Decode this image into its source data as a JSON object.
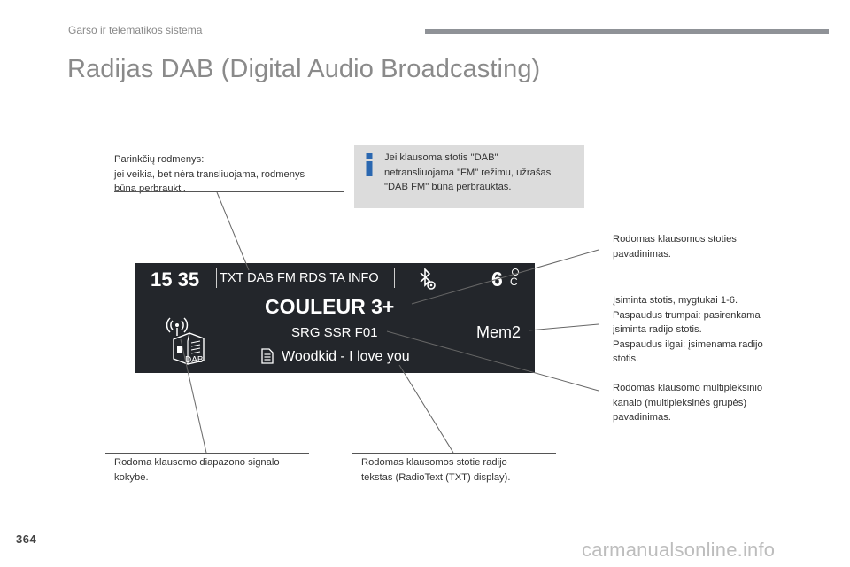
{
  "header": {
    "section": "Garso ir telematikos sistema"
  },
  "title": "Radijas DAB (Digital Audio Broadcasting)",
  "info_box": {
    "icon": "info-icon",
    "text": "Jei klausoma stotis \"DAB\"\nnetransliuojama \"FM\" režimu, užrašas\n\"DAB FM\" būna perbrauktas."
  },
  "annotations": {
    "options": "Parinkčių rodmenys:\njei veikia, bet nėra transliuojama, rodmenys\nbūna perbraukti.",
    "station_name": "Rodomas klausomos stoties\npavadinimas.",
    "memory": "Įsiminta stotis, mygtukai 1-6.\nPaspaudus trumpai: pasirenkama\nįsiminta radijo stotis.\nPaspaudus ilgai: įsimenama radijo\nstotis.",
    "multiplex": "Rodomas klausomo multipleksinio\nkanalo (multipleksinės grupės)\npavadinimas.",
    "signal": "Rodoma klausomo diapazono signalo\nkokybė.",
    "radiotext": "Rodomas klausomos stotie radijo\ntekstas (RadioText (TXT) display)."
  },
  "screen": {
    "time": "15 35",
    "options": "TXT  DAB FM RDS TA INFO",
    "temperature": "6",
    "temp_unit": "C",
    "station": "COULEUR 3+",
    "multiplex": "SRG SSR F01",
    "memory": "Mem2",
    "radiotext": "Woodkid - I love you",
    "band_label": "DAB"
  },
  "page_number": "364",
  "watermark": "carmanualsonline.info"
}
